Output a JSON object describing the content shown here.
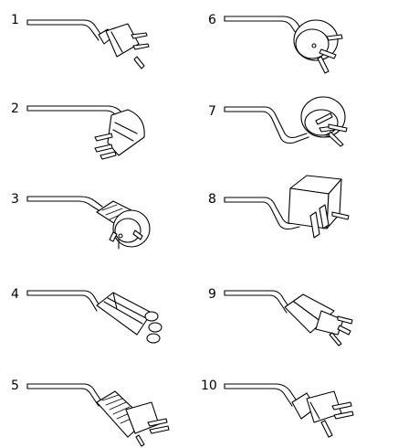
{
  "plugs": [
    {
      "label": "1"
    },
    {
      "label": "2"
    },
    {
      "label": "3"
    },
    {
      "label": "4"
    },
    {
      "label": "5"
    },
    {
      "label": "6"
    },
    {
      "label": "7"
    },
    {
      "label": "8"
    },
    {
      "label": "9"
    },
    {
      "label": "10"
    }
  ]
}
